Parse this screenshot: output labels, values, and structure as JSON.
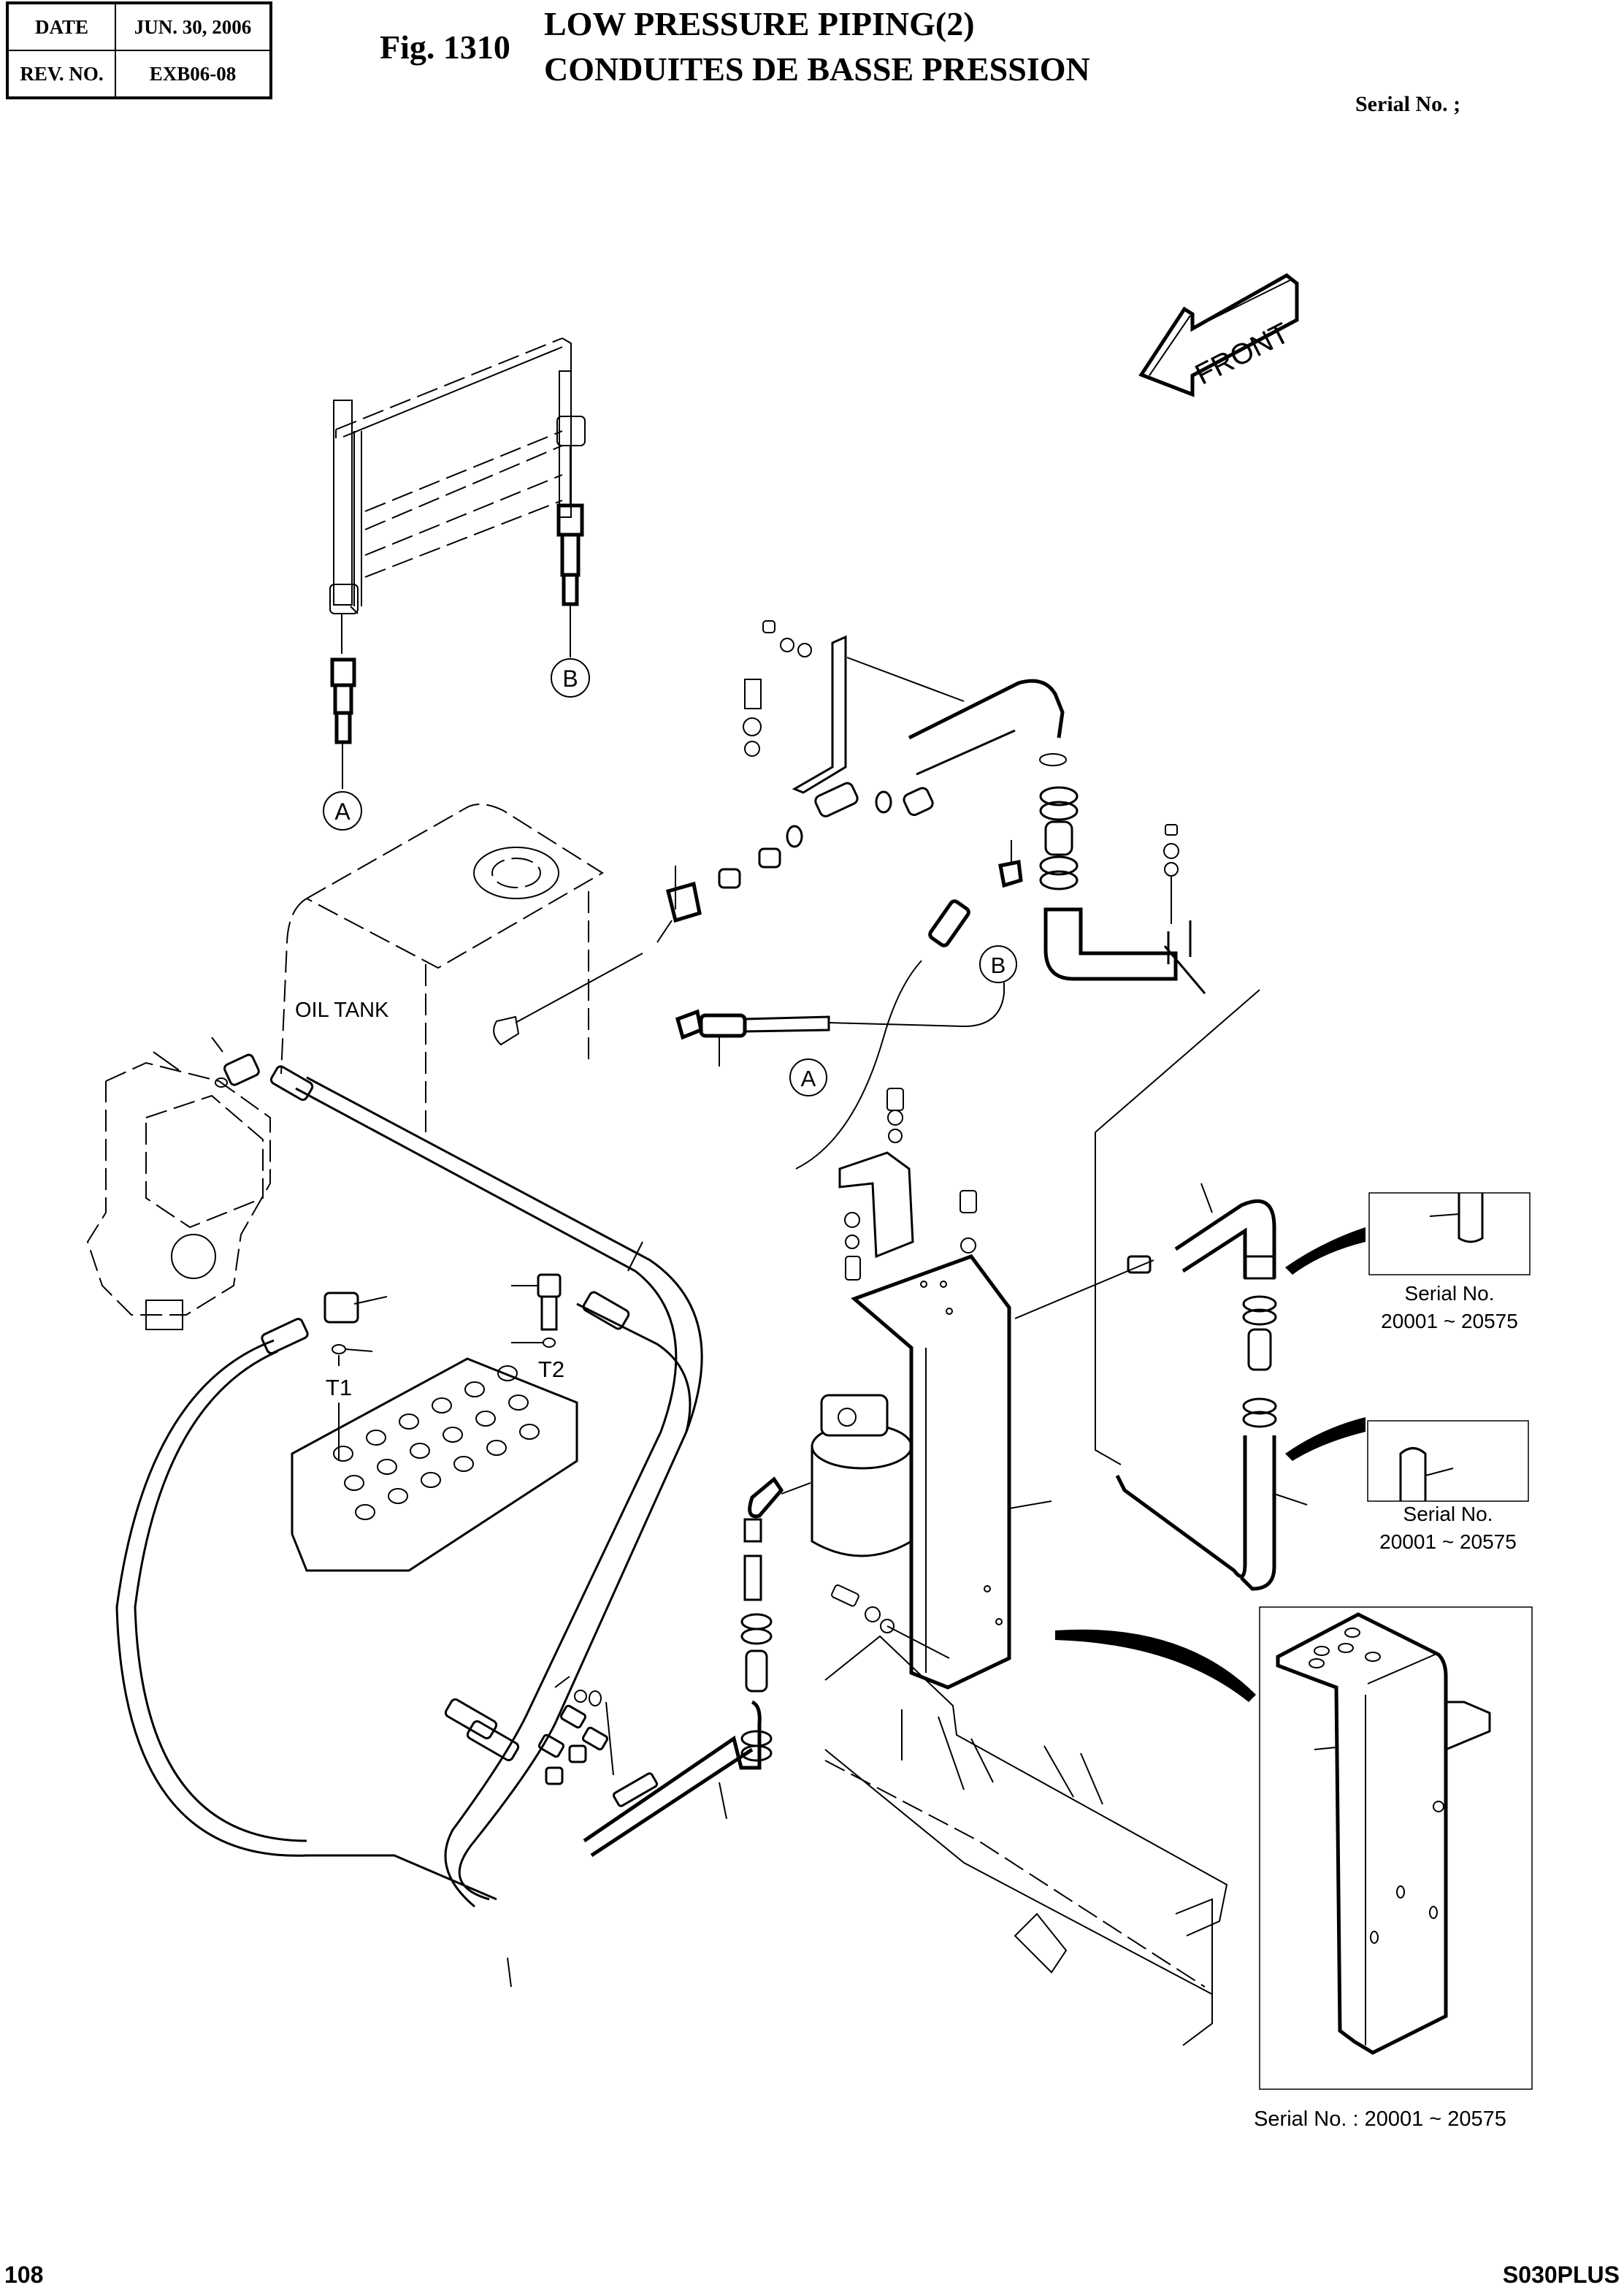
{
  "header": {
    "date_label": "DATE",
    "date_value": "JUN. 30, 2006",
    "rev_label": "REV. NO.",
    "rev_value": "EXB06-08",
    "figure_number": "Fig. 1310",
    "title_en": "LOW PRESSURE PIPING(2)",
    "title_fr": "CONDUITES DE BASSE PRESSION",
    "serial_label": "Serial No. ;"
  },
  "diagram": {
    "front_arrow_label": "FRONT",
    "oil_tank_label": "OIL TANK",
    "connectors": [
      "A",
      "B"
    ],
    "ports": [
      "T1",
      "T2"
    ],
    "insets": [
      {
        "serial_label": "Serial No.",
        "serial_range": "20001 ~ 20575"
      },
      {
        "serial_label": "Serial No.",
        "serial_range": "20001 ~ 20575"
      },
      {
        "caption": "Serial No. : 20001 ~ 20575"
      }
    ]
  },
  "footer": {
    "page_number": "108",
    "model": "S030PLUS"
  }
}
